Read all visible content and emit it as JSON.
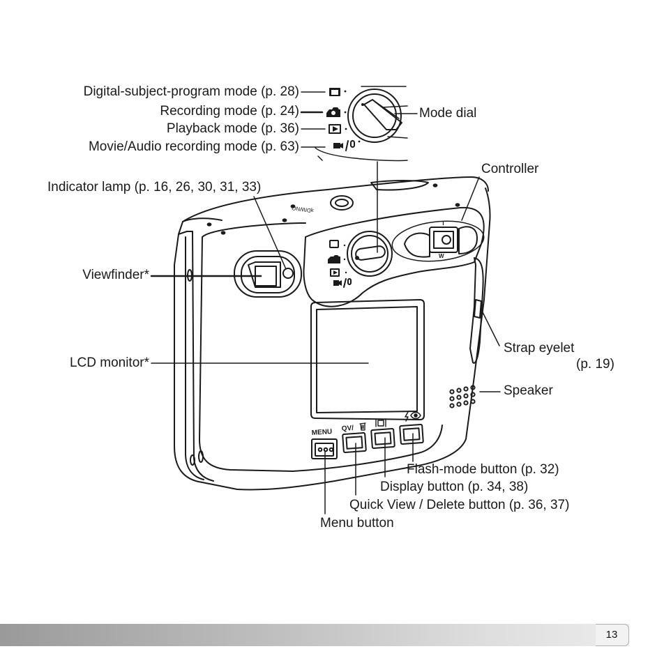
{
  "labels": {
    "digital_subject_program_mode": "Digital-subject-program mode (p. 28)",
    "recording_mode": "Recording mode (p. 24)",
    "playback_mode": "Playback mode (p. 36)",
    "movie_audio_recording_mode": "Movie/Audio recording mode (p. 63)",
    "mode_dial": "Mode dial",
    "controller": "Controller",
    "indicator_lamp": "Indicator lamp (p. 16, 26, 30, 31, 33)",
    "viewfinder": "Viewfinder*",
    "lcd_monitor": "LCD monitor*",
    "strap_eyelet": "Strap eyelet",
    "strap_eyelet_page": "(p. 19)",
    "speaker": "Speaker",
    "flash_mode_button": "Flash-mode button (p. 32)",
    "display_button": "Display button (p. 34, 38)",
    "quick_view_delete_button": "Quick View / Delete button (p. 36, 37)",
    "menu_button": "Menu button"
  },
  "camera_markings": {
    "menu": "MENU",
    "qv": "QV/",
    "zoom_tele": "T",
    "zoom_wide": "W",
    "top_plate_text": "ʞDIWNO"
  },
  "icons": [
    "scene-mode-icon",
    "camera-icon",
    "playback-icon",
    "movie-mic-icon",
    "trash-icon",
    "display-icon",
    "flash-icon",
    "red-eye-icon"
  ],
  "page": {
    "number": "13"
  }
}
